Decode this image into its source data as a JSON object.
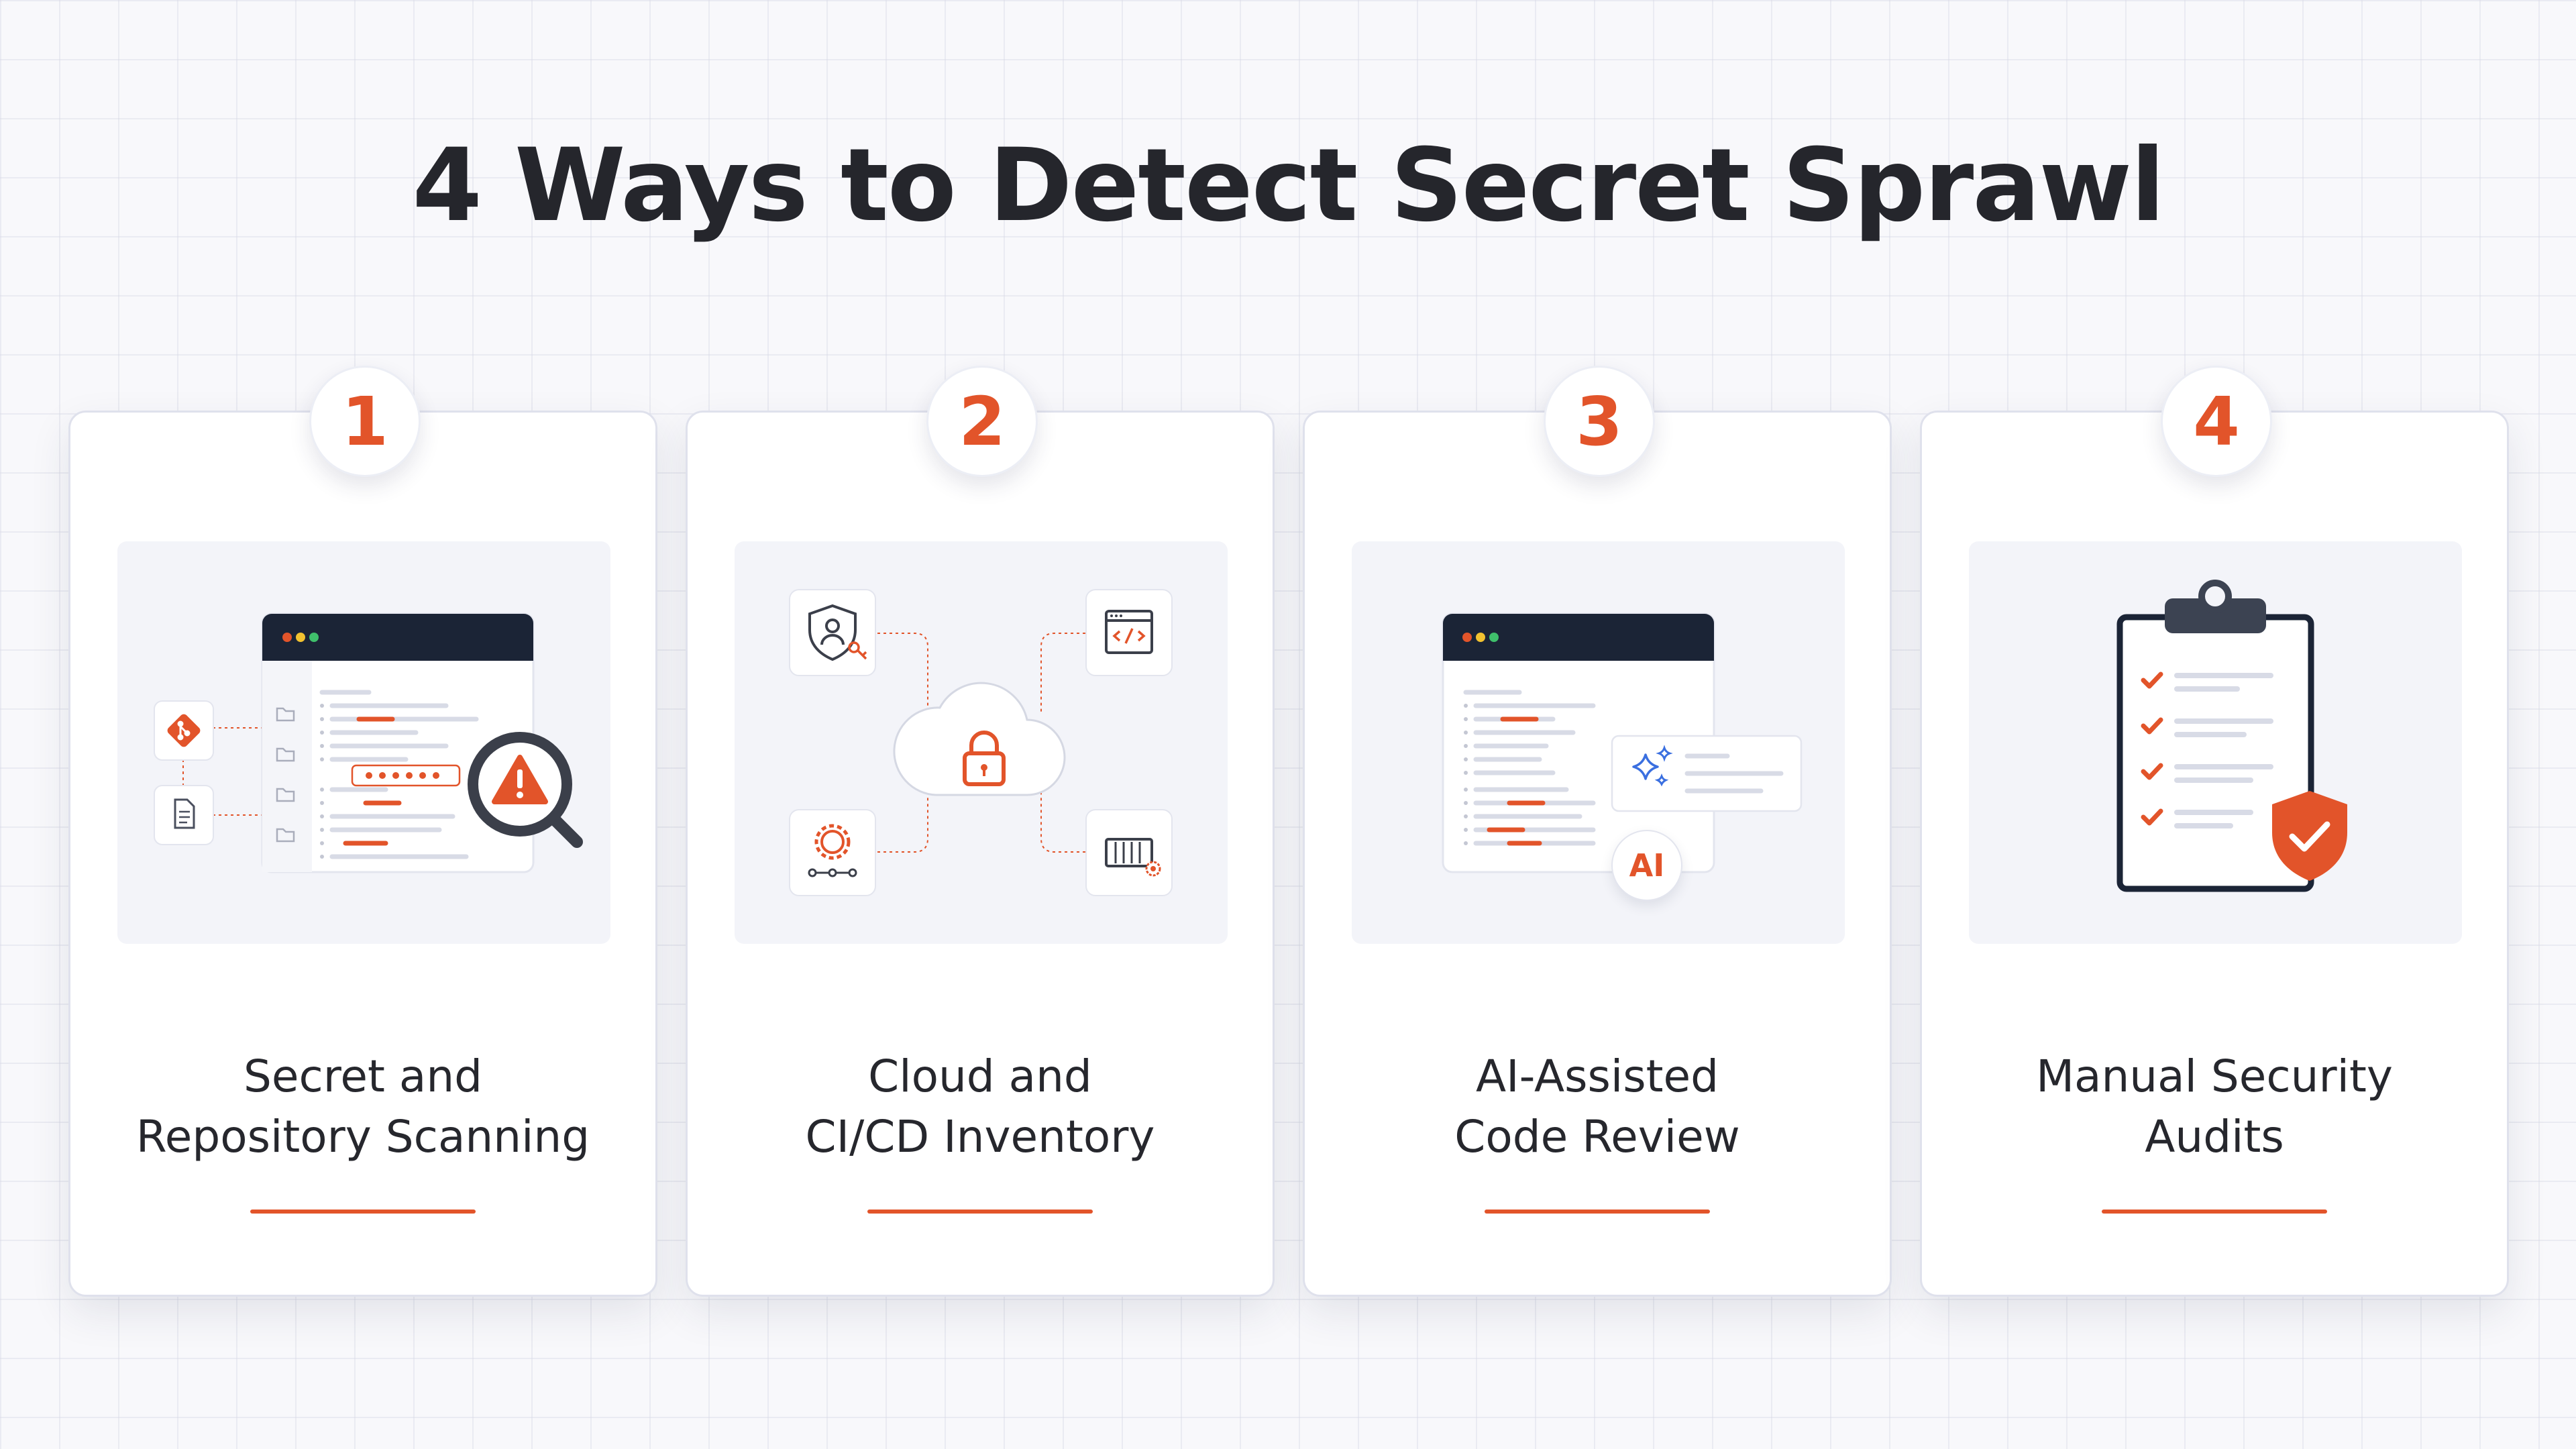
{
  "title": "4 Ways to Detect Secret Sprawl",
  "colors": {
    "accent": "#e2542a",
    "navy": "#1b2436",
    "background": "#f8f8fb",
    "ai_blue": "#3a6fe0"
  },
  "cards": [
    {
      "number": "1",
      "label_lines": [
        "Secret and",
        "Repository Scanning"
      ],
      "icons": [
        "browser-window-icon",
        "git-icon",
        "document-icon",
        "folder-icon",
        "password-field-icon",
        "magnifier-icon",
        "warning-icon"
      ]
    },
    {
      "number": "2",
      "label_lines": [
        "Cloud and",
        "CI/CD Inventory"
      ],
      "icons": [
        "cloud-lock-icon",
        "shield-user-key-icon",
        "code-window-icon",
        "gear-pipeline-icon",
        "container-gear-icon"
      ]
    },
    {
      "number": "3",
      "label_lines": [
        "AI-Assisted",
        "Code Review"
      ],
      "icons": [
        "browser-window-icon",
        "sparkle-icon",
        "ai-badge-icon"
      ],
      "ai_badge_text": "AI"
    },
    {
      "number": "4",
      "label_lines": [
        "Manual Security",
        "Audits"
      ],
      "icons": [
        "clipboard-icon",
        "checkmark-icon",
        "shield-check-icon"
      ]
    }
  ]
}
